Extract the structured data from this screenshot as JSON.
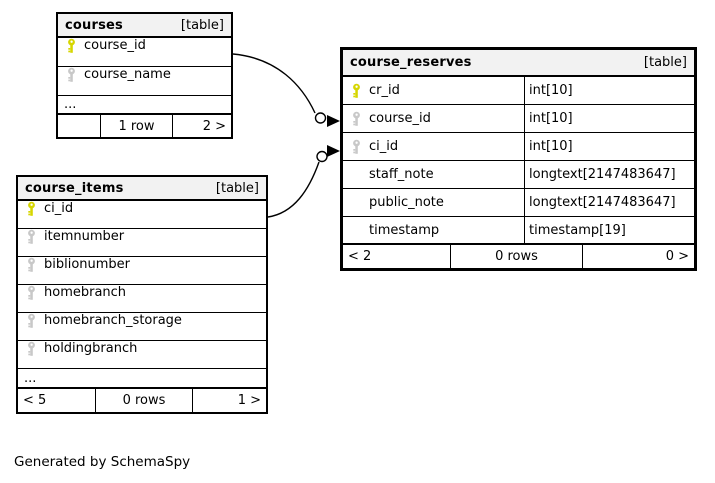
{
  "diagram": {
    "generator_note": "Generated by SchemaSpy",
    "colors": {
      "primary_key": "#d6d600",
      "index_key": "#c8c8c8",
      "header_bg": "#f2f2f2",
      "border": "#000000"
    },
    "tables": [
      {
        "name": "courses",
        "tag": "[table]",
        "columns": [
          {
            "name": "course_id"
          },
          {
            "name": "course_name"
          }
        ],
        "ellipsis": "...",
        "footer": {
          "left": "",
          "center": "1 row",
          "right": "2 >"
        }
      },
      {
        "name": "course_reserves",
        "tag": "[table]",
        "columns": [
          {
            "name": "cr_id",
            "type": "int[10]"
          },
          {
            "name": "course_id",
            "type": "int[10]"
          },
          {
            "name": "ci_id",
            "type": "int[10]"
          },
          {
            "name": "staff_note",
            "type": "longtext[2147483647]"
          },
          {
            "name": "public_note",
            "type": "longtext[2147483647]"
          },
          {
            "name": "timestamp",
            "type": "timestamp[19]"
          }
        ],
        "footer": {
          "left": "< 2",
          "center": "0 rows",
          "right": "0 >"
        }
      },
      {
        "name": "course_items",
        "tag": "[table]",
        "columns": [
          {
            "name": "ci_id"
          },
          {
            "name": "itemnumber"
          },
          {
            "name": "biblionumber"
          },
          {
            "name": "homebranch"
          },
          {
            "name": "homebranch_storage"
          },
          {
            "name": "holdingbranch"
          }
        ],
        "ellipsis": "...",
        "footer": {
          "left": "< 5",
          "center": "0 rows",
          "right": "1 >"
        }
      }
    ],
    "relations": [
      {
        "from": "courses.course_id",
        "to": "course_reserves.course_id"
      },
      {
        "from": "course_items.ci_id",
        "to": "course_reserves.ci_id"
      }
    ]
  }
}
